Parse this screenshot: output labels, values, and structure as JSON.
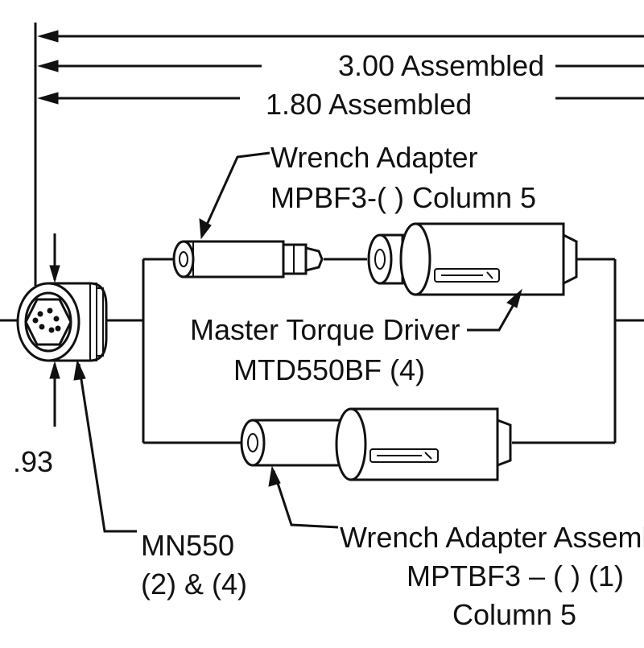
{
  "labels": {
    "dim_300": "3.00 Assembled",
    "dim_180": "1.80 Assembled",
    "dim_093": ".93",
    "wrench_adapter_line1": "Wrench Adapter",
    "wrench_adapter_line2": "MPBF3-( ) Column 5",
    "master_torque_line1": "Master Torque Driver",
    "master_torque_line2": "MTD550BF  (4)",
    "mn550_line1": "MN550",
    "mn550_line2": "(2) & (4)",
    "assembly_line1": "Wrench Adapter Assembly",
    "assembly_line2": "MPTBF3 – (  )  (1)",
    "assembly_line3": "Column 5"
  },
  "colors": {
    "ink": "#111111",
    "background": "#ffffff"
  }
}
